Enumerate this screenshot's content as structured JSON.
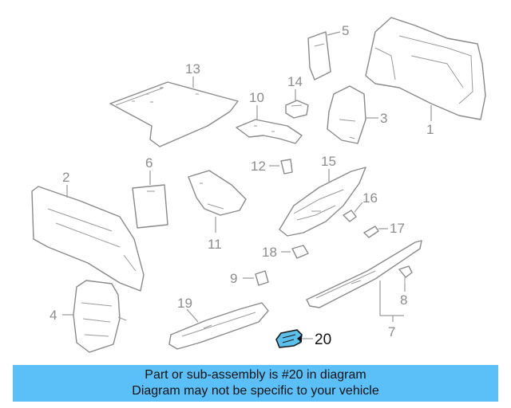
{
  "callouts": {
    "c1": "1",
    "c2": "2",
    "c3": "3",
    "c4": "4",
    "c5": "5",
    "c6": "6",
    "c7": "7",
    "c8": "8",
    "c9": "9",
    "c10": "10",
    "c11": "11",
    "c12": "12",
    "c13": "13",
    "c14": "14",
    "c15": "15",
    "c16": "16",
    "c17": "17",
    "c18": "18",
    "c19": "19",
    "c20": "20"
  },
  "highlight": {
    "part_number": "20",
    "color": "#5bc0ec"
  },
  "caption": {
    "line1": "Part or sub-assembly is #20 in diagram",
    "line2": "Diagram may not be specific to your vehicle",
    "background": "#5bc0f8"
  }
}
